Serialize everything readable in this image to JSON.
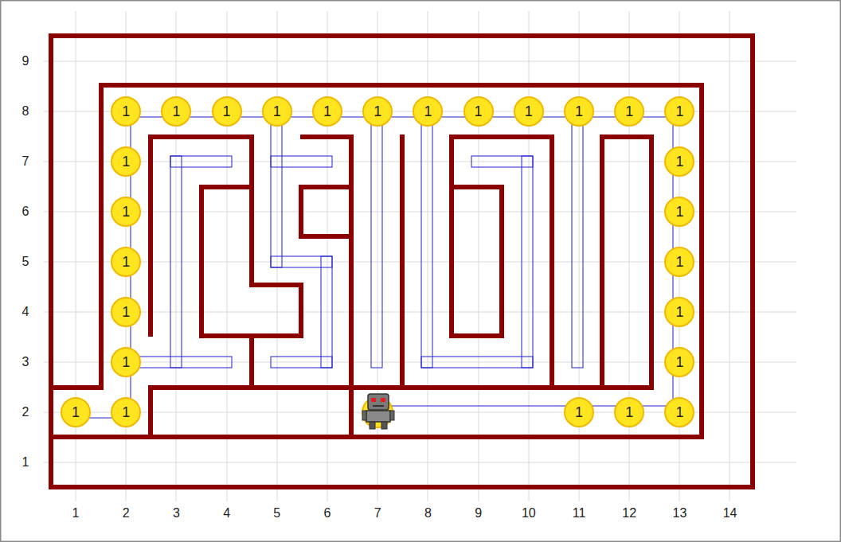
{
  "diagram": {
    "nodes": [
      {
        "text": [
          "1"
        ]
      },
      {
        "text": [
          "1"
        ]
      },
      {
        "text": [
          "1"
        ]
      },
      {
        "text": [
          "1"
        ]
      },
      {
        "text": [
          "1"
        ]
      },
      {
        "text": [
          "1"
        ]
      },
      {
        "text": [
          "1"
        ]
      },
      {
        "text": [
          "1"
        ]
      },
      {
        "text": [
          "1"
        ]
      },
      {
        "text": [
          "1"
        ]
      },
      {
        "text": [
          "1"
        ]
      },
      {
        "text": [
          "1"
        ]
      },
      {
        "text": [
          "1"
        ]
      },
      {
        "text": [
          "1"
        ]
      },
      {
        "text": [
          "1"
        ]
      },
      {
        "text": [
          "1"
        ]
      },
      {
        "text": [
          "1"
        ]
      },
      {
        "text": [
          "1"
        ]
      },
      {
        "text": [
          "1"
        ]
      },
      {
        "text": [
          "1"
        ]
      },
      {
        "text": [
          "1"
        ]
      },
      {
        "text": [
          "1"
        ]
      },
      {
        "text": [
          "1"
        ]
      },
      {
        "text": [
          "1"
        ]
      },
      {
        "text": [
          "1"
        ]
      },
      {
        "text": [
          "1"
        ]
      },
      {
        "text": [
          "1"
        ]
      }
    ],
    "labels": [
      "9",
      "8",
      "7",
      "6",
      "5",
      "4",
      "3",
      "2",
      "1",
      "1",
      "2",
      "3",
      "4",
      "5",
      "6",
      "7",
      "8",
      "9",
      "10",
      "11",
      "12",
      "13",
      "14"
    ]
  }
}
